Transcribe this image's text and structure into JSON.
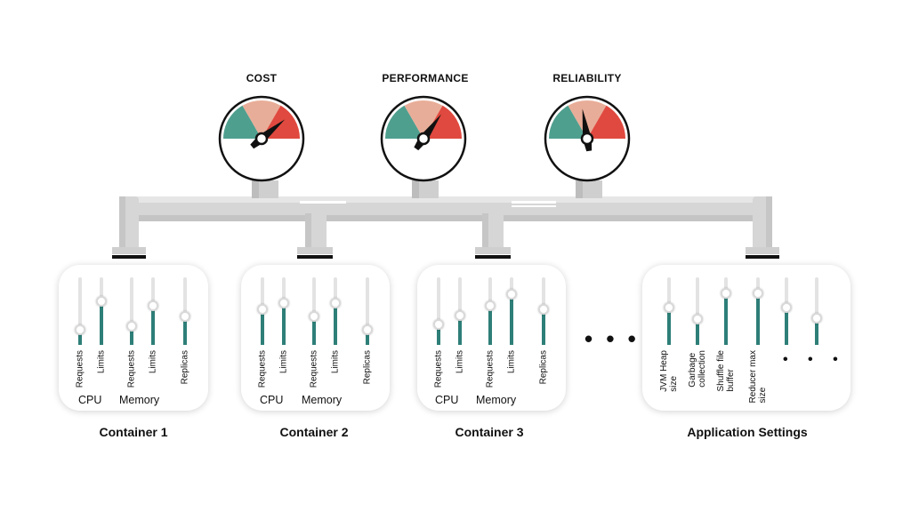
{
  "gauges": [
    {
      "label": "COST",
      "needle_pct": 0.78
    },
    {
      "label": "PERFORMANCE",
      "needle_pct": 0.7
    },
    {
      "label": "RELIABILITY",
      "needle_pct": 0.45
    }
  ],
  "containers": [
    {
      "title": "Container 1",
      "sliders": [
        {
          "label": "Requests",
          "value": 0.22
        },
        {
          "label": "Limits",
          "value": 0.64
        },
        {
          "label": "Requests",
          "value": 0.28
        },
        {
          "label": "Limits",
          "value": 0.58
        },
        {
          "label": "Replicas",
          "value": 0.42
        }
      ],
      "groups": [
        "CPU",
        "Memory"
      ]
    },
    {
      "title": "Container 2",
      "sliders": [
        {
          "label": "Requests",
          "value": 0.52
        },
        {
          "label": "Limits",
          "value": 0.62
        },
        {
          "label": "Requests",
          "value": 0.42
        },
        {
          "label": "Limits",
          "value": 0.62
        },
        {
          "label": "Replicas",
          "value": 0.22
        }
      ],
      "groups": [
        "CPU",
        "Memory"
      ]
    },
    {
      "title": "Container 3",
      "sliders": [
        {
          "label": "Requests",
          "value": 0.3
        },
        {
          "label": "Limits",
          "value": 0.43
        },
        {
          "label": "Requests",
          "value": 0.58
        },
        {
          "label": "Limits",
          "value": 0.75
        },
        {
          "label": "Replicas",
          "value": 0.52
        }
      ],
      "groups": [
        "CPU",
        "Memory"
      ]
    }
  ],
  "app_settings": {
    "title": "Application Settings",
    "sliders": [
      {
        "label": "JVM Heap size",
        "value": 0.55
      },
      {
        "label": "Garbage collection",
        "value": 0.38
      },
      {
        "label": "Shuffle file buffer",
        "value": 0.76
      },
      {
        "label": "Reducer max size",
        "value": 0.76
      },
      {
        "label": "",
        "value": 0.55
      },
      {
        "label": "",
        "value": 0.4
      }
    ],
    "more": "• • •"
  },
  "ellipsis": "• • •",
  "colors": {
    "teal": "#4f9f8f",
    "salmon": "#e8ad98",
    "red": "#e0493f",
    "slider_fill": "#2e7f78",
    "pipe": "#d7d7d7"
  }
}
